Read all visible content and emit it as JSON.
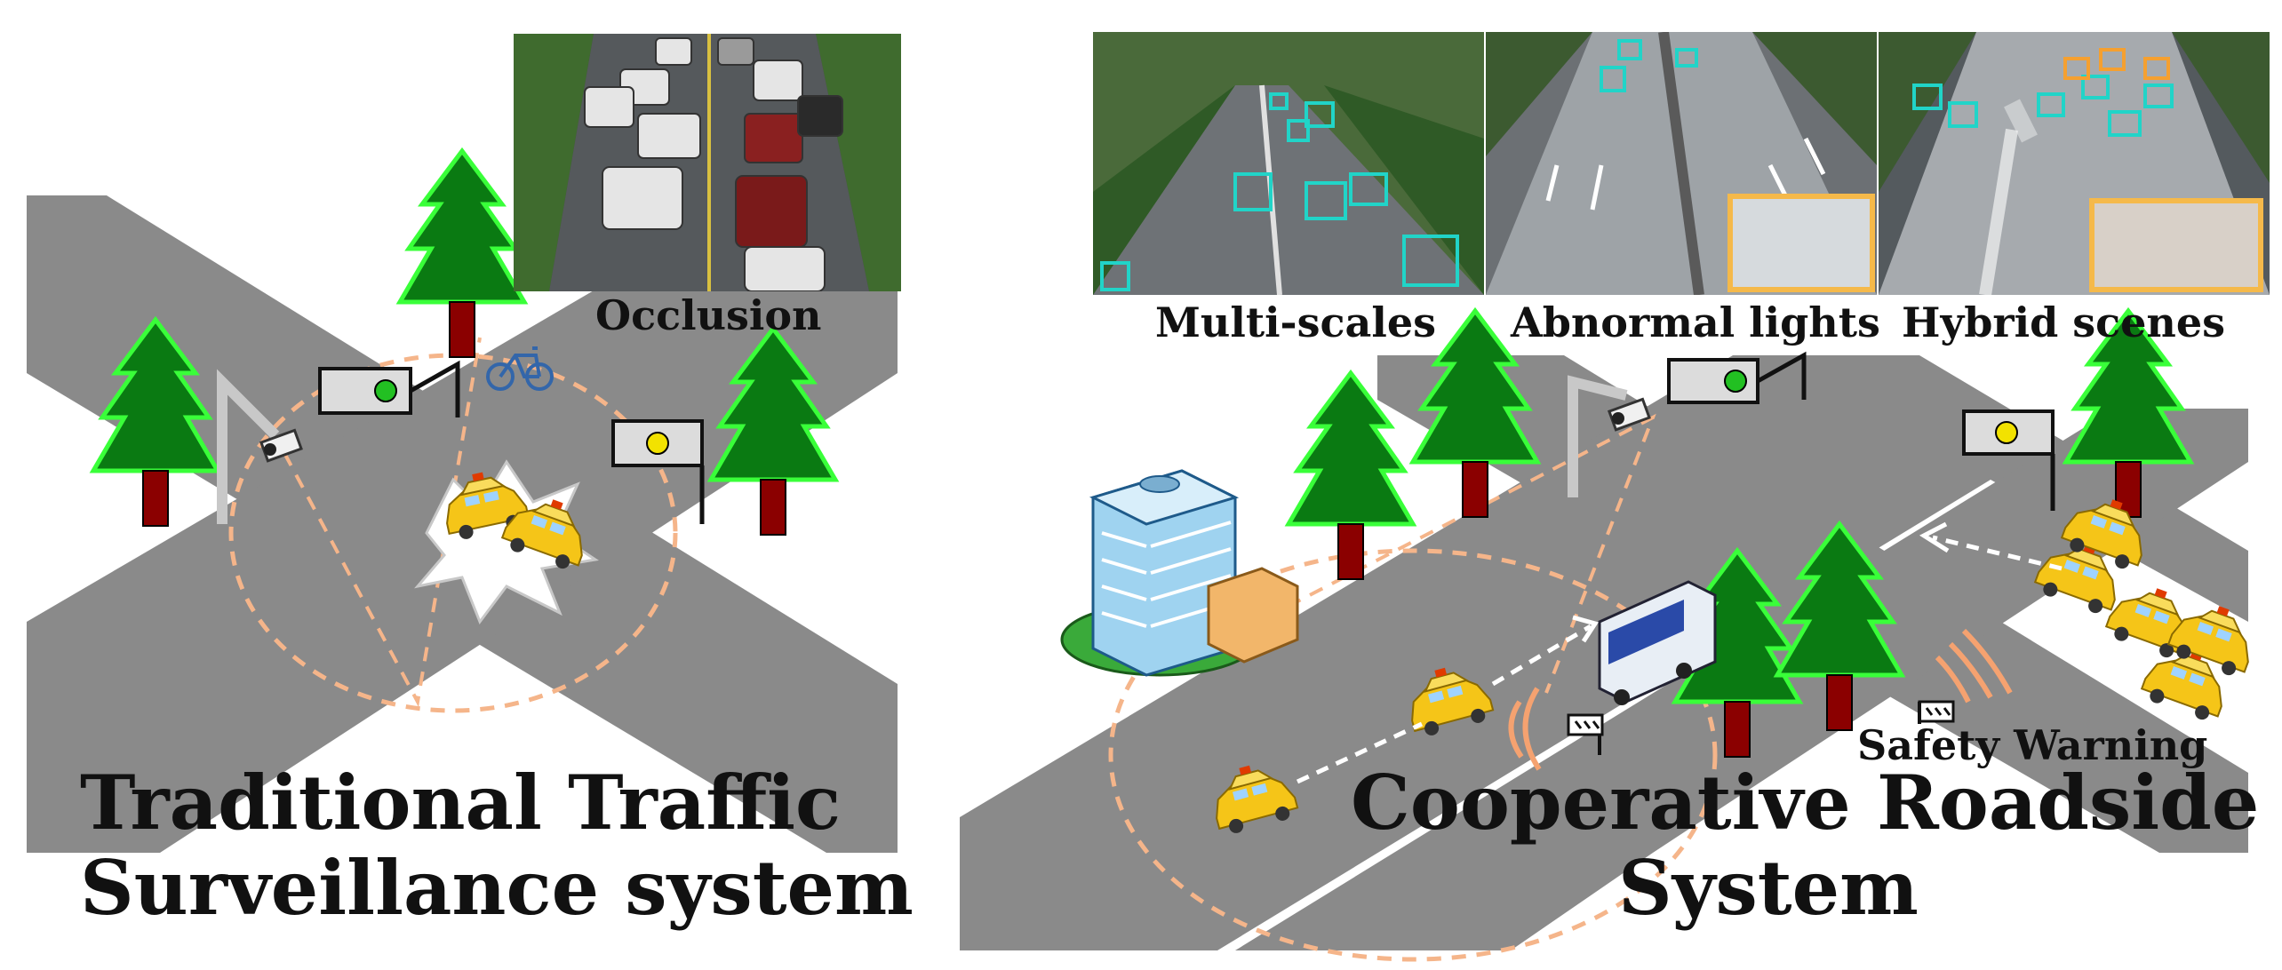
{
  "labels": {
    "occlusion": "Occlusion",
    "multi_scales": "Multi-scales",
    "abnormal_lights": "Abnormal lights",
    "hybrid_scenes": "Hybrid scenes",
    "safety_warning": "Safety Warning",
    "traditional_line1": "Traditional Traffic",
    "traditional_line2": "Surveillance system",
    "cooperative_line1": "Cooperative Roadside",
    "cooperative_line2": "System"
  },
  "colors": {
    "road": "#8a8a8a",
    "tree_green": "#0a7a12",
    "tree_outline": "#39ff39",
    "trunk": "#8b0000",
    "dashed_range": "#f5b58a",
    "taxi": "#f5c518",
    "light_green": "#22c022",
    "light_yellow": "#f2e200",
    "detection_box": "#21d4c8",
    "highlight_box": "#f5b94a"
  },
  "icons": [
    "tree-icon",
    "camera-icon",
    "traffic-light-icon",
    "bicycle-icon",
    "taxi-icon",
    "crash-icon",
    "bus-icon",
    "building-icon",
    "signal-wave-icon",
    "roadside-unit-icon"
  ]
}
